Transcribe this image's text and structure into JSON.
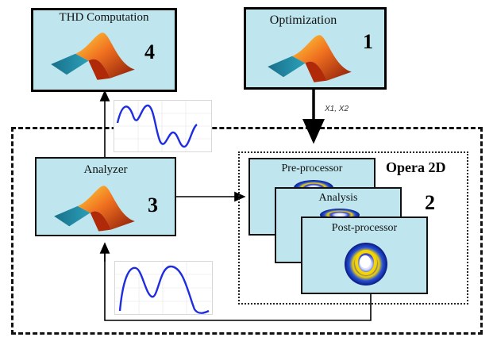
{
  "blocks": {
    "thd": {
      "title": "THD Computation",
      "number": "4"
    },
    "optimization": {
      "title": "Optimization",
      "number": "1"
    },
    "analyzer": {
      "title": "Analyzer",
      "number": "3"
    },
    "preprocessor": {
      "title": "Pre-processor"
    },
    "analysis": {
      "title": "Analysis"
    },
    "postprocessor": {
      "title": "Post-processor"
    },
    "fea_number": "2"
  },
  "opera_label": "Opera 2D",
  "arrow_label": "X1, X2",
  "icons": {
    "matlab": "matlab-logo-icon",
    "opera": "opera-logo-icon"
  },
  "colors": {
    "block_fill": "#bfe6ef",
    "wave": "#1f2de0"
  }
}
